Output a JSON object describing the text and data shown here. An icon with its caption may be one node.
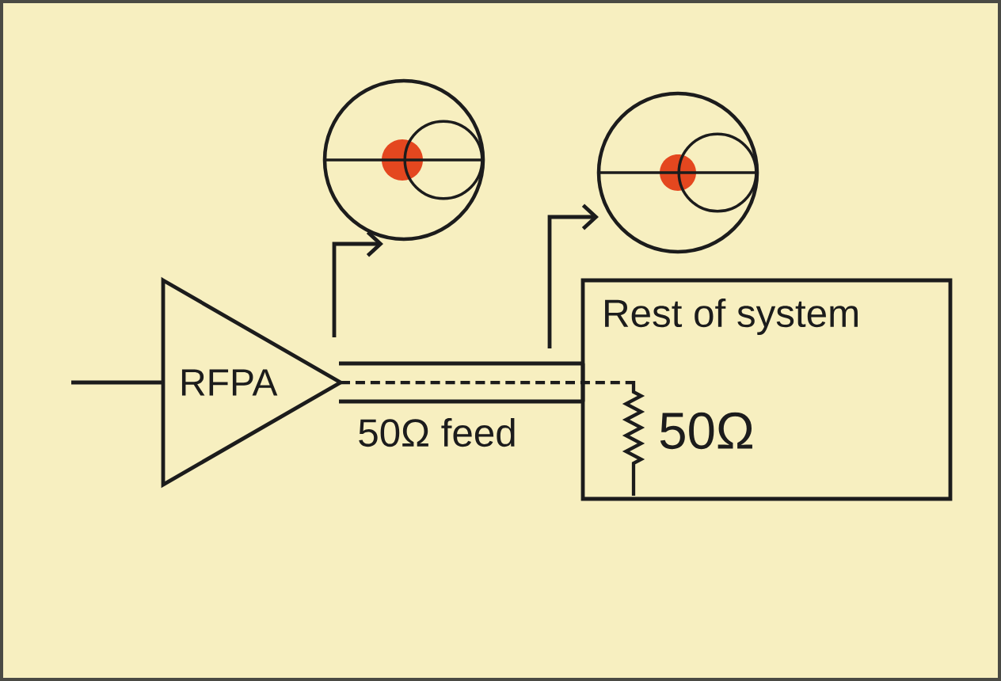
{
  "diagram": {
    "nodes": [
      {
        "text": [
          "RFPA"
        ]
      },
      {
        "text": [
          "Rest of system"
        ]
      },
      {
        "text": [],
        "shape": "picture"
      },
      {
        "text": [],
        "shape": "picture"
      },
      {
        "text": [],
        "shape": "resistor",
        "in": 1,
        "beside": [
          "50Ω"
        ]
      }
    ],
    "edges": [
      {
        "from": null,
        "to": 0,
        "arrow": "none"
      },
      {
        "from": 0,
        "to": 1,
        "arrow": "none",
        "label": "50Ω feed"
      },
      {
        "from": 0,
        "to": 4,
        "arrow": "none",
        "style": "dashed"
      },
      {
        "from": null,
        "to": 2,
        "arrow": "to"
      },
      {
        "from": null,
        "to": 3,
        "arrow": "to"
      }
    ]
  }
}
